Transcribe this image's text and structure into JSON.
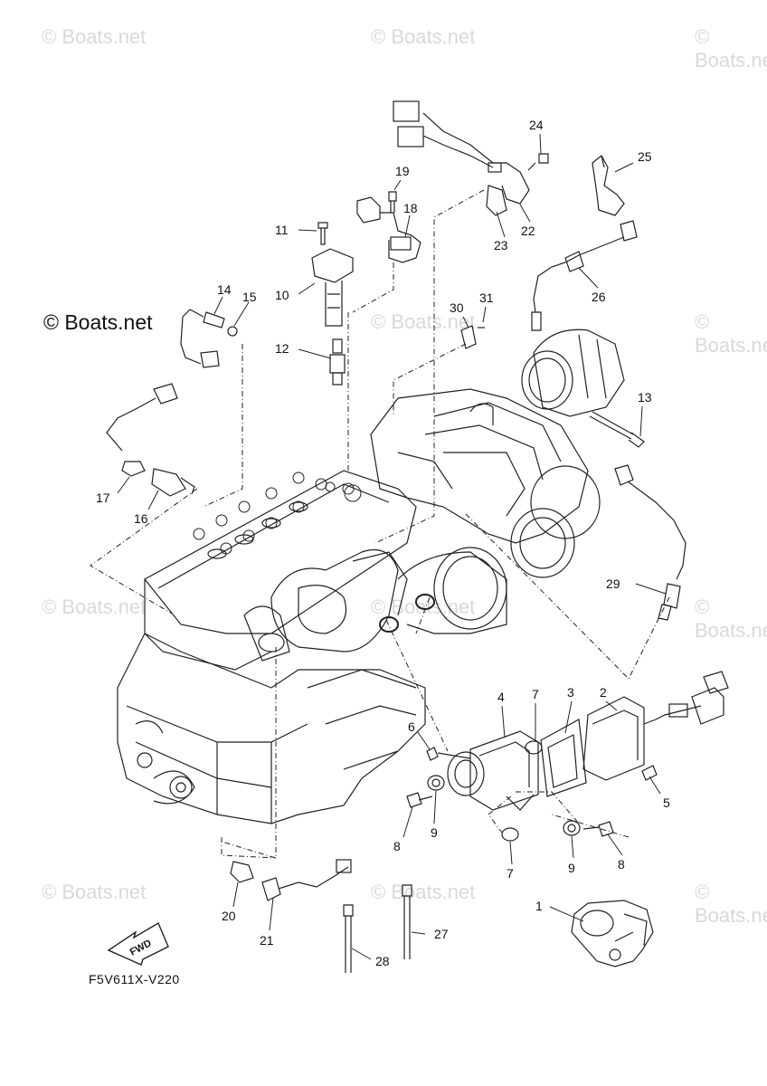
{
  "watermark": {
    "small": "© Boats.net",
    "large": "© Boats.net"
  },
  "diagram_code": "F5V611X-V220",
  "fwd_label": "FWD",
  "callouts": [
    "1",
    "2",
    "3",
    "4",
    "5",
    "6",
    "7",
    "8",
    "9",
    "10",
    "11",
    "12",
    "13",
    "14",
    "15",
    "16",
    "17",
    "18",
    "19",
    "20",
    "21",
    "22",
    "23",
    "24",
    "25",
    "26",
    "27",
    "28",
    "29",
    "30",
    "31"
  ],
  "callout_extra": {
    "7b": "7",
    "8b": "8",
    "9b": "9"
  }
}
